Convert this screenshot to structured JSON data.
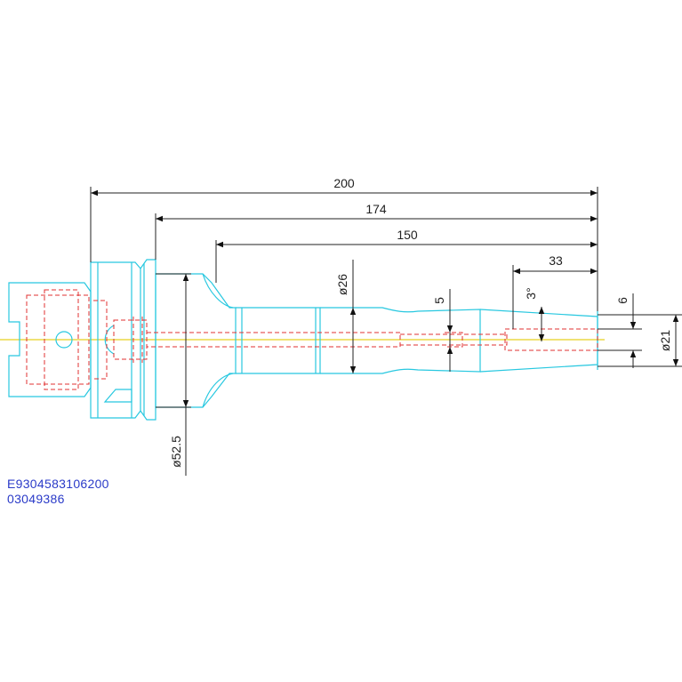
{
  "dimensions": {
    "len_200": "200",
    "len_174": "174",
    "len_150": "150",
    "len_33": "33",
    "dia_26": "ø26",
    "dia_5": "5",
    "angle_3": "3°",
    "dia_6": "6",
    "dia_21": "ø21",
    "dia_52_5": "ø52.5"
  },
  "codes": {
    "line1": "E9304583106200",
    "line2": "03049386"
  },
  "colors": {
    "outline": "#28c8e0",
    "hidden": "#e03030",
    "centerline": "#e8d020",
    "dimension": "#222222",
    "code_text": "#2a3ac8"
  }
}
